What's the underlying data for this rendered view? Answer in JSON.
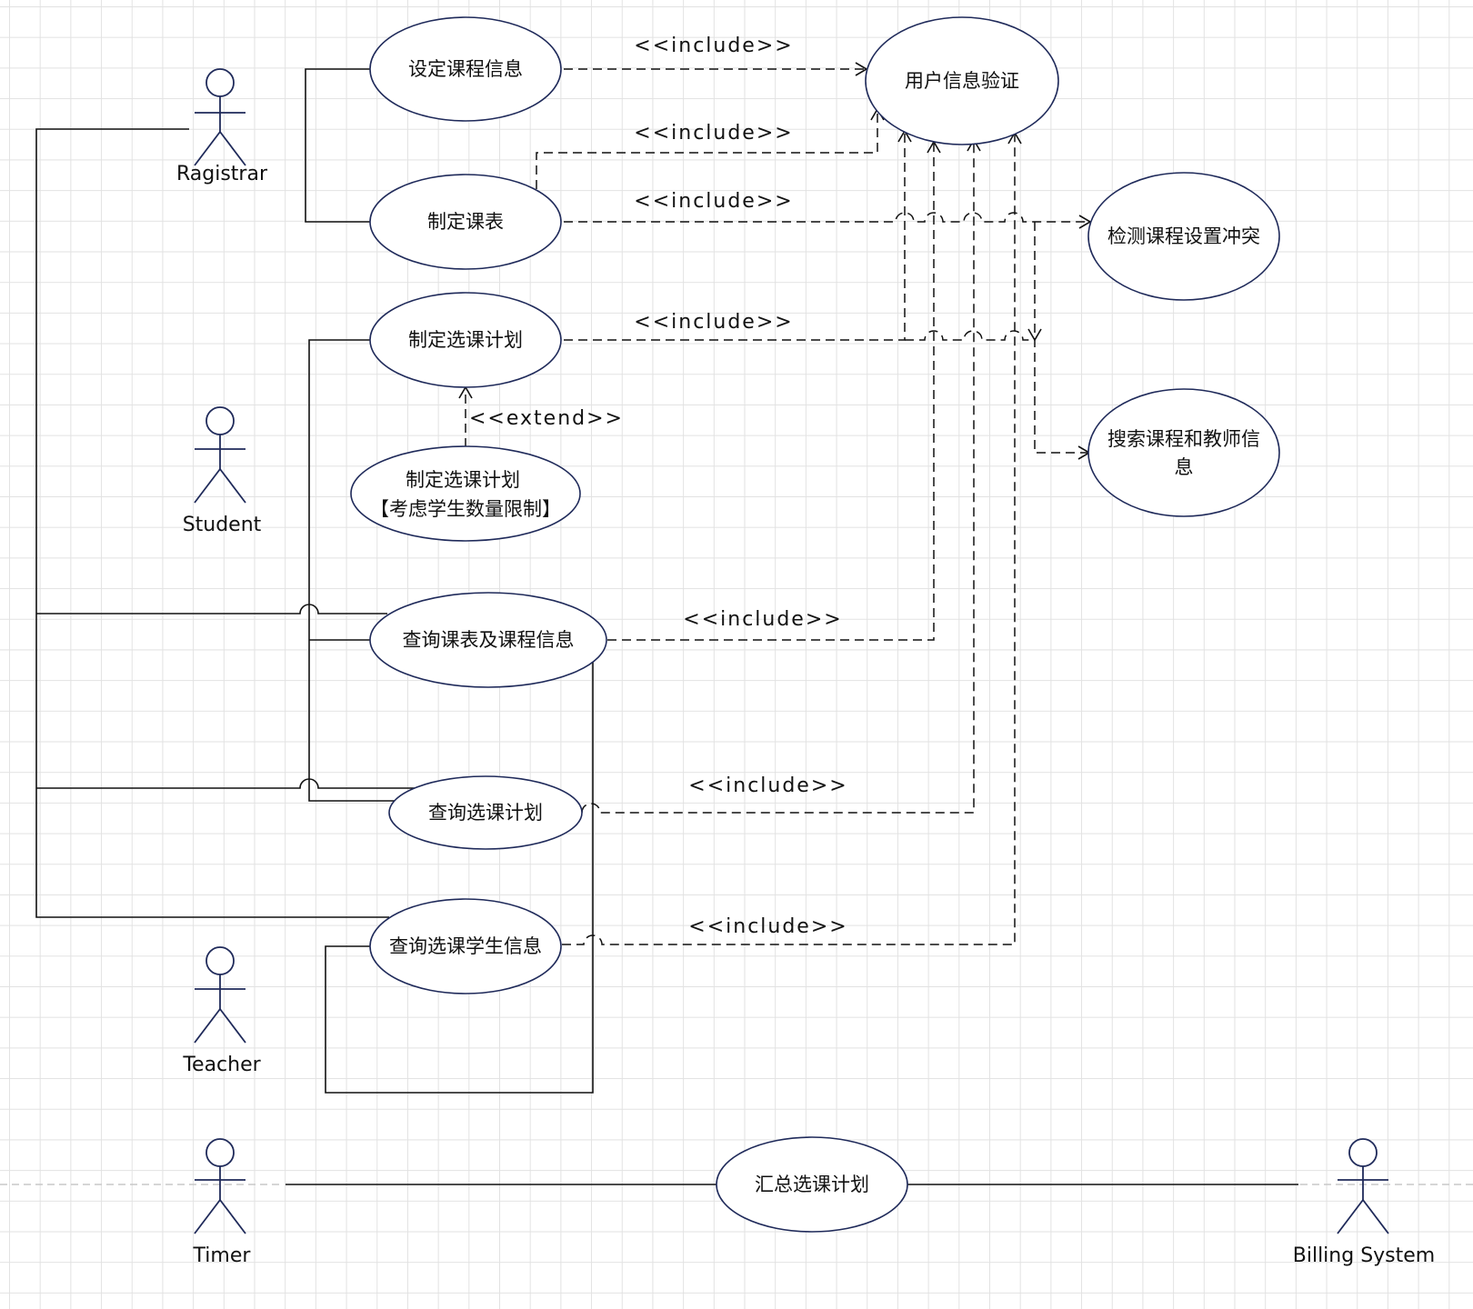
{
  "actors": [
    {
      "id": "registrar",
      "label": "Ragistrar"
    },
    {
      "id": "student",
      "label": "Student"
    },
    {
      "id": "teacher",
      "label": "Teacher"
    },
    {
      "id": "timer",
      "label": "Timer"
    },
    {
      "id": "billing",
      "label": "Billing System"
    }
  ],
  "use_cases": {
    "set_course_info": "设定课程信息",
    "make_schedule": "制定课表",
    "make_plan": "制定选课计划",
    "make_plan_limit_line1": "制定选课计划",
    "make_plan_limit_line2": "【考虑学生数量限制】",
    "query_schedule": "查询课表及课程信息",
    "query_plan": "查询选课计划",
    "query_students": "查询选课学生信息",
    "summarize_plan": "汇总选课计划",
    "user_verify": "用户信息验证",
    "detect_conflict": "检测课程设置冲突",
    "search_line1": "搜索课程和教师信",
    "search_line2": "息"
  },
  "relations": {
    "include_1": "<<include>>",
    "include_2": "<<include>>",
    "include_3": "<<include>>",
    "include_4": "<<include>>",
    "include_5": "<<include>>",
    "include_6": "<<include>>",
    "include_7": "<<include>>",
    "extend_1": "<<extend>>"
  },
  "colors": {
    "outline": "#1f2a5a",
    "line": "#111111",
    "grid": "#e2e2e2",
    "background": "#ffffff"
  }
}
